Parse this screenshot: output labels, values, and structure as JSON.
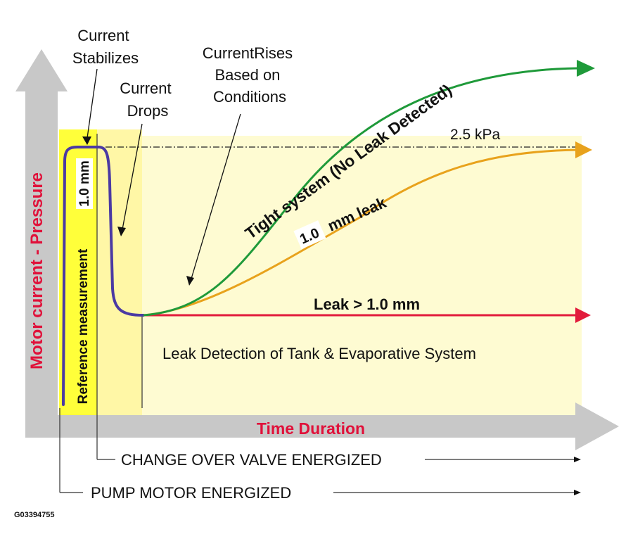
{
  "labels": {
    "y_axis": "Motor current - Pressure",
    "x_axis": "Time Duration",
    "current_stabilizes": [
      "Current",
      "Stabilizes"
    ],
    "current_drops": [
      "Current",
      "Drops"
    ],
    "current_rises": [
      "CurrentRises",
      "Based on",
      "Conditions"
    ],
    "reference_measurement": "Reference measurement",
    "reference_size": "1.0 mm",
    "pressure_level": "2.5 kPa",
    "tight_system": "Tight system (No Leak Detected)",
    "leak_small_value": "1.0",
    "leak_small_unit": "mm leak",
    "leak_large": "Leak > 1.0 mm",
    "region_description": "Leak Detection of Tank & Evaporative System",
    "valve_energized": "CHANGE OVER VALVE ENERGIZED",
    "pump_energized": "PUMP MOTOR ENERGIZED",
    "figure_id": "G03394755"
  },
  "colors": {
    "axis_gray": "#c8c8c8",
    "reference_band": "#ffff3a",
    "drop_band": "#fff7a6",
    "detection_area": "#fefbd2",
    "motor_curve": "#4b3aa3",
    "tight_curve": "#1f9a3a",
    "small_leak_curve": "#e8a21c",
    "large_leak_curve": "#e21b3c",
    "label_red": "#e0113a"
  }
}
